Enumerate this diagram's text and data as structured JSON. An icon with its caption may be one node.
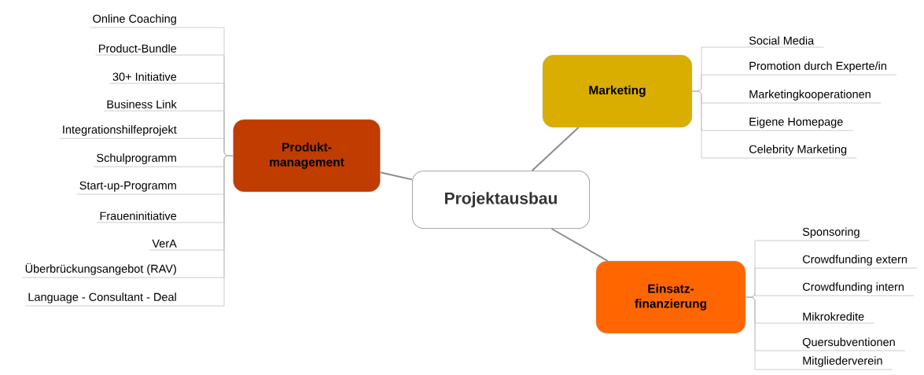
{
  "diagram": {
    "nodes": [
      {
        "text": [
          "Projektausbau"
        ]
      },
      {
        "text": [
          "Produkt- management"
        ]
      },
      {
        "text": [
          "Online Coaching"
        ]
      },
      {
        "text": [
          "Product-Bundle"
        ]
      },
      {
        "text": [
          "30+ Initiative"
        ]
      },
      {
        "text": [
          "Business Link"
        ]
      },
      {
        "text": [
          "Integrationshilfeprojekt"
        ]
      },
      {
        "text": [
          "Schulprogramm"
        ]
      },
      {
        "text": [
          "Start-up-Programm"
        ]
      },
      {
        "text": [
          "Fraueninitiative"
        ]
      },
      {
        "text": [
          "VerA"
        ]
      },
      {
        "text": [
          "Überbrückungsangebot (RAV)"
        ]
      },
      {
        "text": [
          "Language - Consultant - Deal"
        ]
      },
      {
        "text": [
          "Marketing"
        ]
      },
      {
        "text": [
          "Social Media"
        ]
      },
      {
        "text": [
          "Promotion durch Experte/in"
        ]
      },
      {
        "text": [
          "Marketingkooperationen"
        ]
      },
      {
        "text": [
          "Eigene Homepage"
        ]
      },
      {
        "text": [
          "Celebrity Marketing"
        ]
      },
      {
        "text": [
          "Einsatz- finanzierung"
        ]
      },
      {
        "text": [
          "Sponsoring"
        ]
      },
      {
        "text": [
          "Crowdfunding extern"
        ]
      },
      {
        "text": [
          "Crowdfunding intern"
        ]
      },
      {
        "text": [
          "Mikrokredite"
        ]
      },
      {
        "text": [
          "Quersubventionen"
        ]
      },
      {
        "text": [
          "Mitgliederverein"
        ]
      }
    ],
    "edges": [
      {
        "from": 0,
        "to": 1,
        "arrow": "none"
      },
      {
        "from": 0,
        "to": 13,
        "arrow": "none"
      },
      {
        "from": 0,
        "to": 19,
        "arrow": "none"
      },
      {
        "from": 1,
        "to": 2,
        "arrow": "none"
      },
      {
        "from": 1,
        "to": 3,
        "arrow": "none"
      },
      {
        "from": 1,
        "to": 4,
        "arrow": "none"
      },
      {
        "from": 1,
        "to": 5,
        "arrow": "none"
      },
      {
        "from": 1,
        "to": 6,
        "arrow": "none"
      },
      {
        "from": 1,
        "to": 7,
        "arrow": "none"
      },
      {
        "from": 1,
        "to": 8,
        "arrow": "none"
      },
      {
        "from": 1,
        "to": 9,
        "arrow": "none"
      },
      {
        "from": 1,
        "to": 10,
        "arrow": "none"
      },
      {
        "from": 1,
        "to": 11,
        "arrow": "none"
      },
      {
        "from": 1,
        "to": 12,
        "arrow": "none"
      },
      {
        "from": 13,
        "to": 14,
        "arrow": "none"
      },
      {
        "from": 13,
        "to": 15,
        "arrow": "none"
      },
      {
        "from": 13,
        "to": 16,
        "arrow": "none"
      },
      {
        "from": 13,
        "to": 17,
        "arrow": "none"
      },
      {
        "from": 13,
        "to": 18,
        "arrow": "none"
      },
      {
        "from": 19,
        "to": 20,
        "arrow": "none"
      },
      {
        "from": 19,
        "to": 21,
        "arrow": "none"
      },
      {
        "from": 19,
        "to": 22,
        "arrow": "none"
      },
      {
        "from": 19,
        "to": 23,
        "arrow": "none"
      },
      {
        "from": 19,
        "to": 24,
        "arrow": "none"
      },
      {
        "from": 19,
        "to": 25,
        "arrow": "none"
      }
    ]
  }
}
